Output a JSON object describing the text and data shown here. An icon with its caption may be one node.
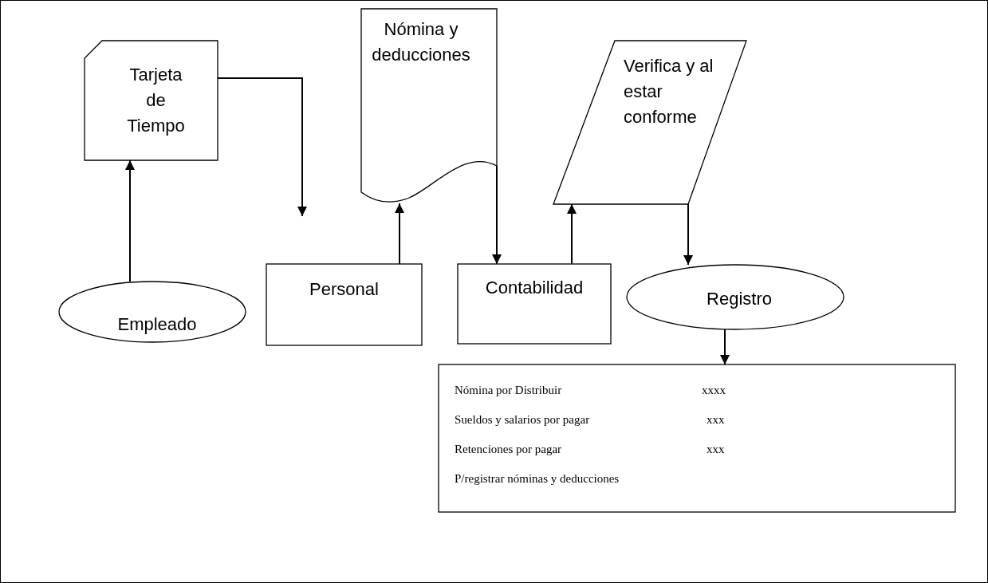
{
  "diagram": {
    "nodes": [
      {
        "text": [
          "Tarjeta de Tiempo"
        ]
      },
      {
        "text": [
          "Nómina y deducciones"
        ]
      },
      {
        "text": [
          "Verifica y al estar conforme"
        ]
      },
      {
        "text": [
          "Empleado"
        ]
      },
      {
        "text": [
          "Personal"
        ]
      },
      {
        "text": [
          "Contabilidad"
        ]
      },
      {
        "text": [
          "Registro"
        ]
      },
      {
        "text": [
          "Nómina por Distribuir",
          "xxxx",
          "Sueldos y salarios por pagar",
          "xxx",
          "Retenciones por pagar",
          "xxx",
          "P/registrar nóminas y deducciones"
        ]
      }
    ],
    "edges": [
      {
        "from": 3,
        "to": 0,
        "arrow": "to"
      },
      {
        "from": 0,
        "to": null,
        "arrow": "to"
      },
      {
        "from": 4,
        "to": 1,
        "arrow": "to"
      },
      {
        "from": 1,
        "to": 5,
        "arrow": "to"
      },
      {
        "from": 5,
        "to": 2,
        "arrow": "to"
      },
      {
        "from": 2,
        "to": 6,
        "arrow": "to"
      },
      {
        "from": 6,
        "to": 7,
        "arrow": "to"
      }
    ]
  }
}
